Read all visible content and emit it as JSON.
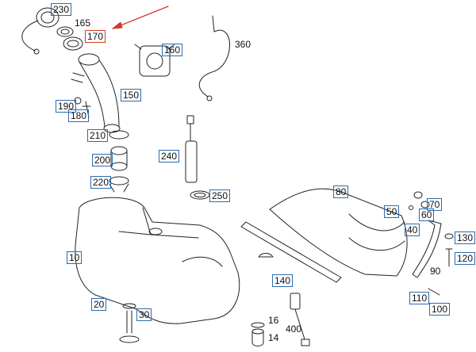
{
  "callouts": [
    {
      "id": "230",
      "label": "230",
      "boxed": true
    },
    {
      "id": "165",
      "label": "165",
      "boxed": false
    },
    {
      "id": "170",
      "label": "170",
      "boxed": true,
      "highlight": true
    },
    {
      "id": "160",
      "label": "160",
      "boxed": true
    },
    {
      "id": "360",
      "label": "360",
      "boxed": false
    },
    {
      "id": "150",
      "label": "150",
      "boxed": true
    },
    {
      "id": "190",
      "label": "190",
      "boxed": true
    },
    {
      "id": "180",
      "label": "180",
      "boxed": true
    },
    {
      "id": "210",
      "label": "210",
      "boxed": true
    },
    {
      "id": "200",
      "label": "200",
      "boxed": true
    },
    {
      "id": "220",
      "label": "220",
      "boxed": true
    },
    {
      "id": "240",
      "label": "240",
      "boxed": true
    },
    {
      "id": "250",
      "label": "250",
      "boxed": true
    },
    {
      "id": "80",
      "label": "80",
      "boxed": true
    },
    {
      "id": "70",
      "label": "70",
      "boxed": true
    },
    {
      "id": "60",
      "label": "60",
      "boxed": true
    },
    {
      "id": "50",
      "label": "50",
      "boxed": true
    },
    {
      "id": "40",
      "label": "40",
      "boxed": true
    },
    {
      "id": "130",
      "label": "130",
      "boxed": true
    },
    {
      "id": "120",
      "label": "120",
      "boxed": true
    },
    {
      "id": "90",
      "label": "90",
      "boxed": false
    },
    {
      "id": "10",
      "label": "10",
      "boxed": true
    },
    {
      "id": "140",
      "label": "140",
      "boxed": true
    },
    {
      "id": "110",
      "label": "110",
      "boxed": true
    },
    {
      "id": "100",
      "label": "100",
      "boxed": true
    },
    {
      "id": "20",
      "label": "20",
      "boxed": true
    },
    {
      "id": "30",
      "label": "30",
      "boxed": true
    },
    {
      "id": "16",
      "label": "16",
      "boxed": false
    },
    {
      "id": "14",
      "label": "14",
      "boxed": false
    },
    {
      "id": "400",
      "label": "400",
      "boxed": false
    }
  ],
  "colors": {
    "ink": "#222222",
    "callout_border": "#2b6cb0",
    "highlight": "#d23b2b"
  }
}
